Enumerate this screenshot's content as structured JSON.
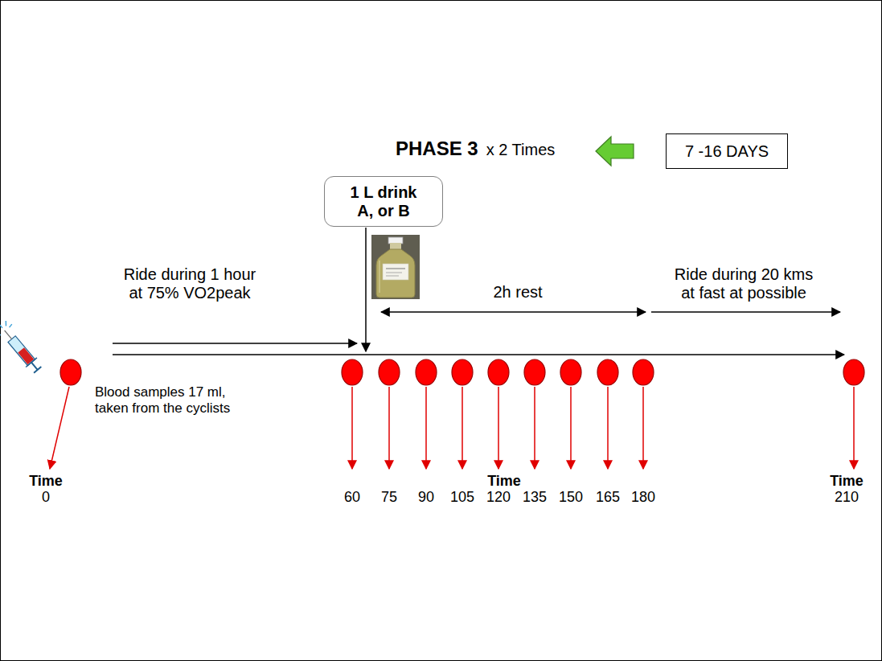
{
  "diagram": {
    "nodes": [
      {
        "text": [
          "7 -16 DAYS"
        ]
      },
      {
        "text": [
          "1 L drink A, or B"
        ]
      }
    ],
    "labels": [
      "PHASE 3",
      "x 2 Times",
      "Ride during 1 hour at 75% VO2peak",
      "2h rest",
      "Ride during 20 kms at fast at possible",
      "Blood samples 17 ml, taken from the cyclists",
      "Time",
      "0",
      "Time",
      "60",
      "75",
      "90",
      "105",
      "120",
      "135",
      "150",
      "165",
      "180",
      "Time",
      "210"
    ]
  }
}
